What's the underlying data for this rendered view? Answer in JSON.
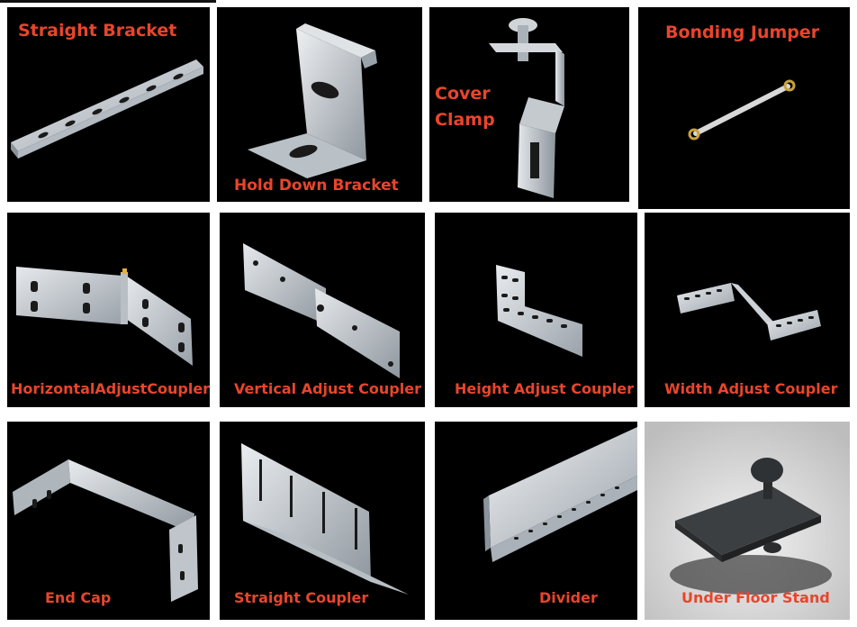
{
  "tiles": [
    {
      "label": "Straight Bracket"
    },
    {
      "label": "Hold Down Bracket"
    },
    {
      "label_line1": "Cover",
      "label_line2": "Clamp"
    },
    {
      "label": "Bonding Jumper"
    },
    {
      "label": "HorizontalAdjustCoupler"
    },
    {
      "label": "Vertical Adjust Coupler"
    },
    {
      "label": "Height Adjust Coupler"
    },
    {
      "label": "Width Adjust Coupler"
    },
    {
      "label": "End Cap"
    },
    {
      "label": "Straight Coupler"
    },
    {
      "label": "Divider"
    },
    {
      "label": "Under Floor Stand"
    }
  ],
  "colors": {
    "tile_bg": "#000000",
    "label": "#e8452c",
    "metal": "#c9ced3"
  }
}
